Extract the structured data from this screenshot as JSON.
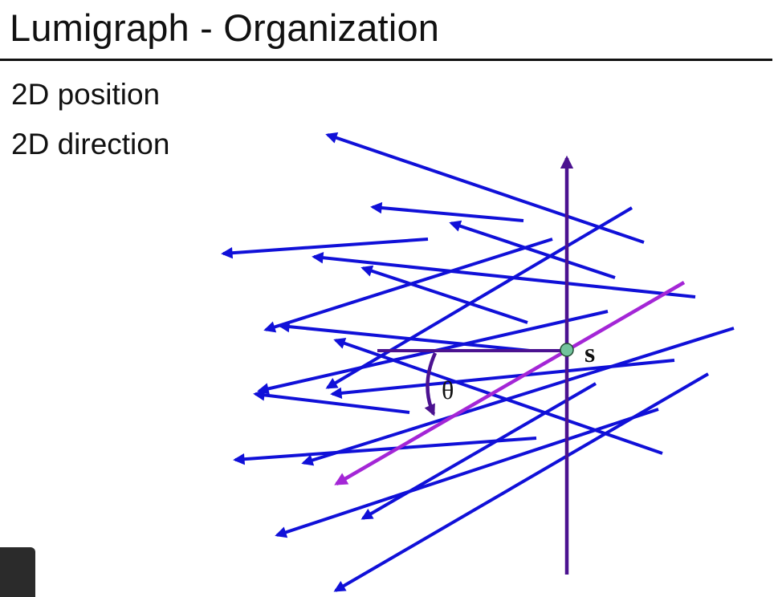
{
  "slide": {
    "title": "Lumigraph - Organization",
    "bullets": [
      "2D position",
      "2D direction"
    ]
  },
  "diagram": {
    "axis_label": "s",
    "angle_label": "θ",
    "colors": {
      "rays": "#1010d8",
      "axis": "#4b1290",
      "highlight_ray": "#a426d6",
      "point": "#72c39c"
    }
  }
}
